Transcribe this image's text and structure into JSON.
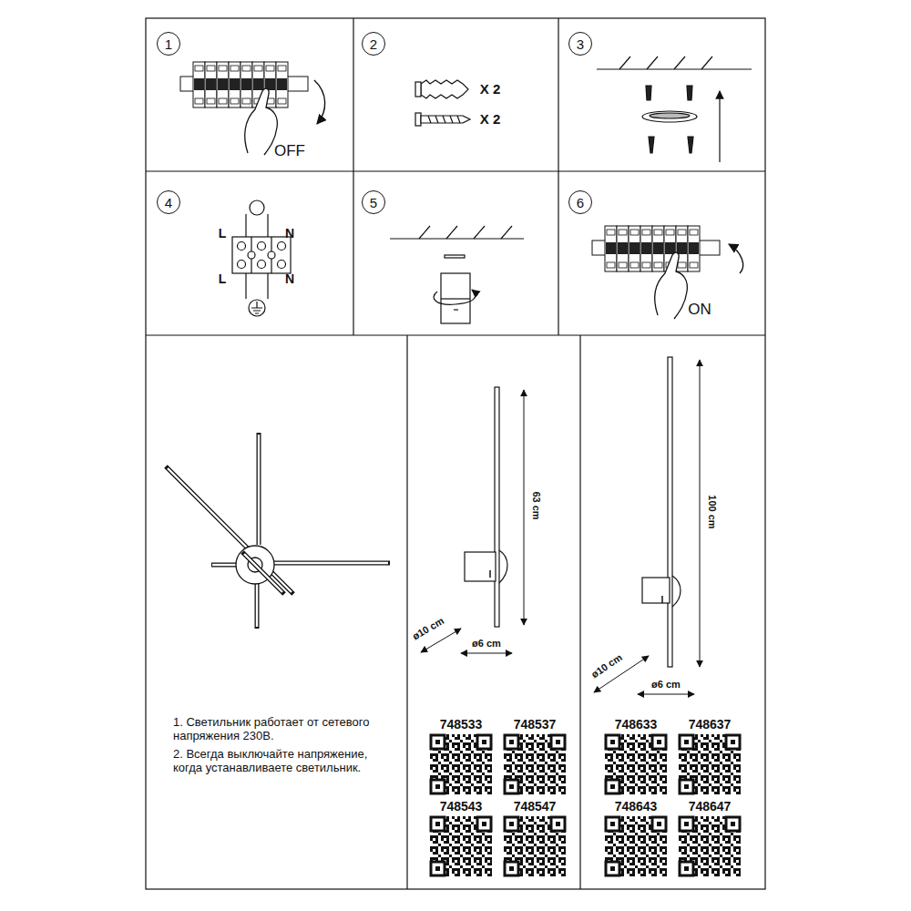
{
  "diagram": {
    "nodes": [
      {
        "text": [
          "1"
        ]
      },
      {
        "text": [
          "2"
        ]
      },
      {
        "text": [
          "3"
        ]
      },
      {
        "text": [
          "4"
        ]
      },
      {
        "text": [
          "5"
        ]
      },
      {
        "text": [
          "6"
        ]
      }
    ],
    "labels": [
      "OFF",
      "ON",
      "X 2",
      "X 2",
      "L",
      "N",
      "L",
      "N",
      "63 cm",
      "ø10 cm",
      "ø6 cm",
      "100 cm",
      "ø10 cm",
      "ø6 cm",
      "1. Светильник работает от сетевого напряжения 230В.",
      "2. Всегда выключайте напряжение, когда устанавливаете светильник.",
      "748533",
      "748537",
      "748543",
      "748547",
      "748633",
      "748637",
      "748643",
      "748647"
    ]
  }
}
